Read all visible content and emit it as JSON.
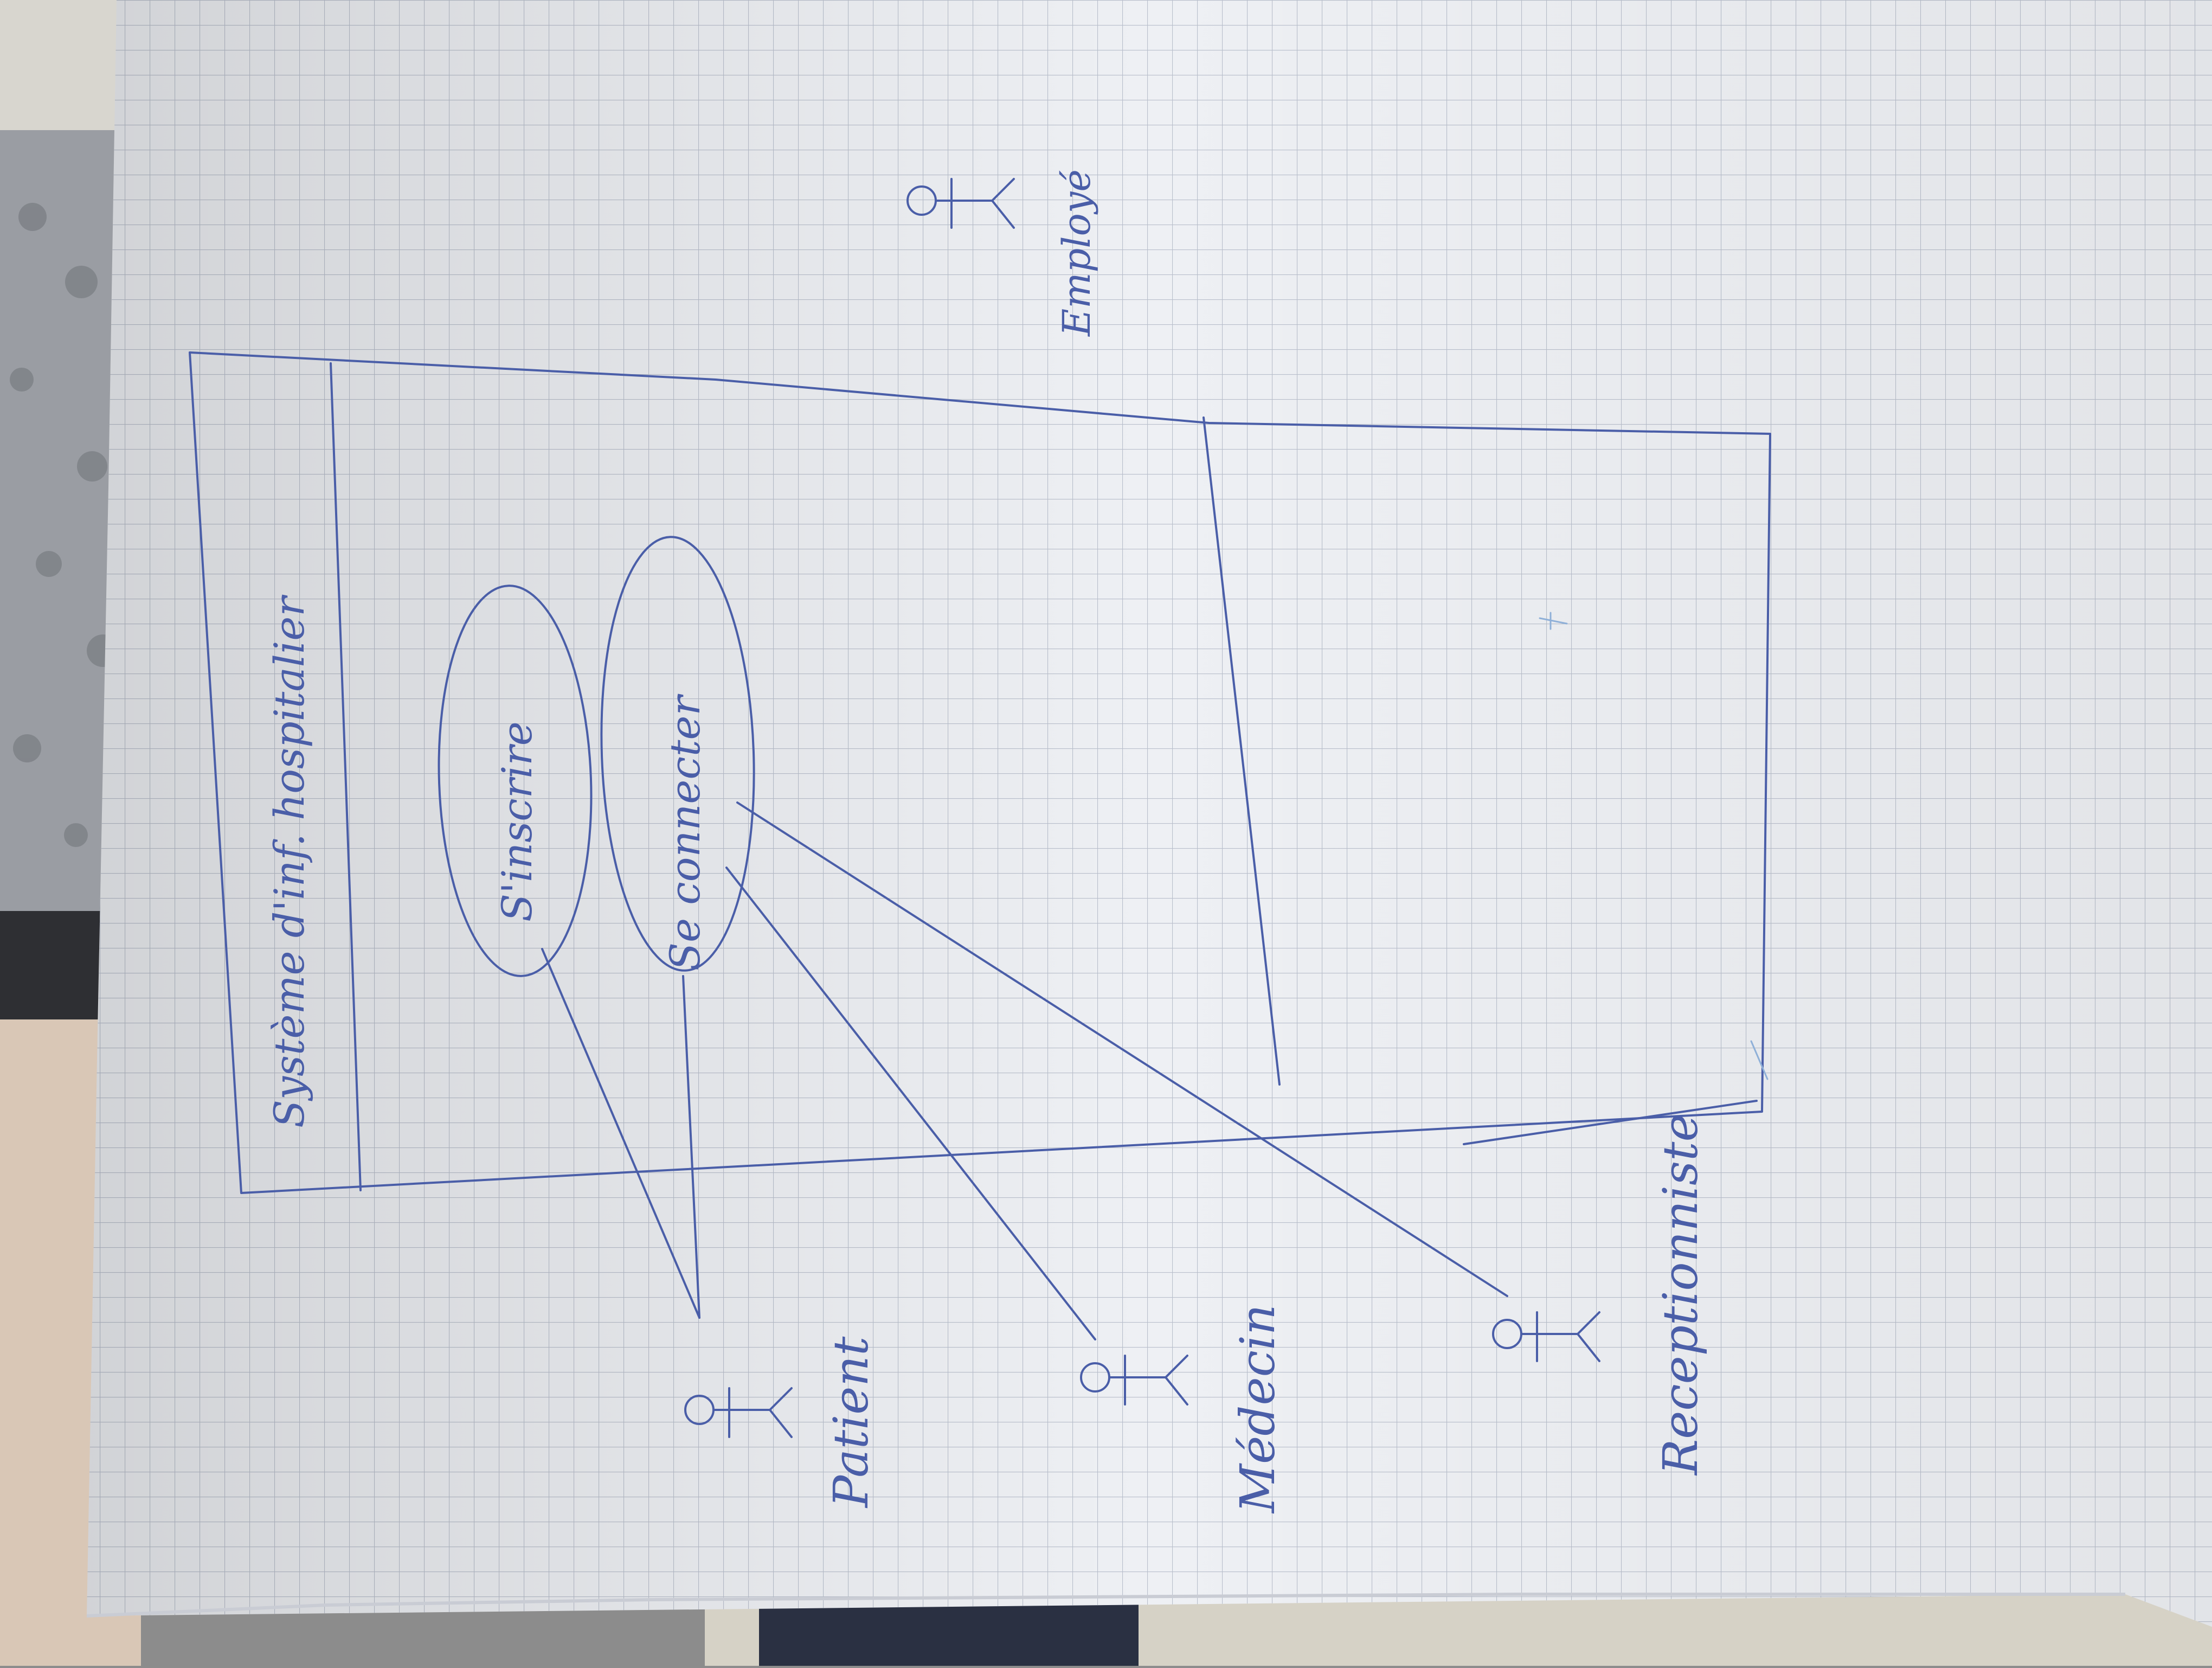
{
  "photo": {
    "subject": "handwritten use case diagram on grid paper, photographed rotated",
    "ink_color": "#4a5ea8",
    "paper_color": "#eef0f4",
    "grid_color": "#b9bfcc"
  },
  "diagram": {
    "system_title": "Système d'inf. hospitalier",
    "use_cases": [
      {
        "id": "uc-register",
        "label": "S'inscrire"
      },
      {
        "id": "uc-login",
        "label": "Se connecter"
      }
    ],
    "actors": [
      {
        "id": "actor-patient",
        "label": "Patient"
      },
      {
        "id": "actor-medecin",
        "label": "Médecin"
      },
      {
        "id": "actor-receptionniste",
        "label": "Receptionniste"
      },
      {
        "id": "actor-employe",
        "label": "Employé"
      }
    ]
  }
}
